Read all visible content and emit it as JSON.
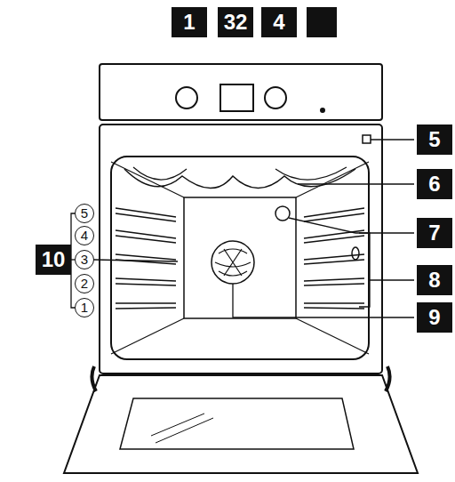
{
  "diagram": {
    "labels": [
      "1",
      "32",
      "4",
      "5",
      "6",
      "7",
      "8",
      "9",
      "10",
      "5",
      "4",
      "3",
      "2",
      "1"
    ]
  }
}
